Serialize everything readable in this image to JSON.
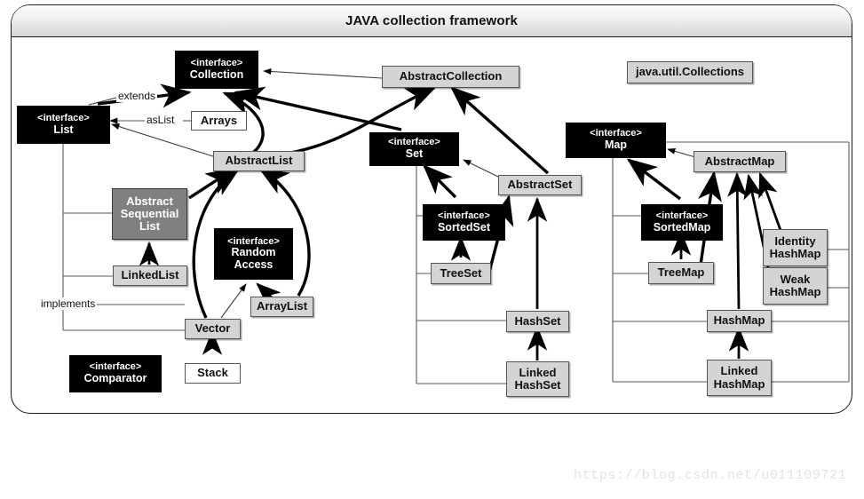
{
  "window": {
    "title": "JAVA collection framework"
  },
  "labels": {
    "extends": "extends",
    "as_list": "asList",
    "implements": "implements"
  },
  "watermark": "https://blog.csdn.net/u011109721",
  "colors": {
    "interface_fill": "#000000",
    "interface_text": "#ffffff",
    "abstract_light_fill": "#d4d4d4",
    "abstract_dark_fill": "#808080",
    "concrete_fill": "#ffffff",
    "border": "#555555",
    "line": "#1a1a1a",
    "watermark": "#e3e3e0"
  },
  "nodes": {
    "collection": {
      "stereotype": "<interface>",
      "name": "Collection",
      "kind": "interface"
    },
    "list": {
      "stereotype": "<interface>",
      "name": "List",
      "kind": "interface"
    },
    "set": {
      "stereotype": "<interface>",
      "name": "Set",
      "kind": "interface"
    },
    "map": {
      "stereotype": "<interface>",
      "name": "Map",
      "kind": "interface"
    },
    "sorted_set": {
      "stereotype": "<interface>",
      "name": "SortedSet",
      "kind": "interface"
    },
    "sorted_map": {
      "stereotype": "<interface>",
      "name": "SortedMap",
      "kind": "interface"
    },
    "random_access": {
      "stereotype": "<interface>",
      "name": "Random\nAccess",
      "kind": "interface"
    },
    "comparator": {
      "stereotype": "<interface>",
      "name": "Comparator",
      "kind": "interface"
    },
    "abstract_collection": {
      "name": "AbstractCollection",
      "kind": "abstract-light"
    },
    "abstract_list": {
      "name": "AbstractList",
      "kind": "abstract-light"
    },
    "abstract_set": {
      "name": "AbstractSet",
      "kind": "abstract-light"
    },
    "abstract_map": {
      "name": "AbstractMap",
      "kind": "abstract-light"
    },
    "abstract_sequential_list": {
      "name": "Abstract\nSequential\nList",
      "kind": "abstract-dark"
    },
    "collections_util": {
      "name": "java.util.Collections",
      "kind": "abstract-light"
    },
    "arrays": {
      "name": "Arrays",
      "kind": "concrete-white"
    },
    "stack": {
      "name": "Stack",
      "kind": "concrete-white"
    },
    "linked_list": {
      "name": "LinkedList",
      "kind": "concrete-gray"
    },
    "array_list": {
      "name": "ArrayList",
      "kind": "concrete-gray"
    },
    "vector": {
      "name": "Vector",
      "kind": "concrete-gray"
    },
    "tree_set": {
      "name": "TreeSet",
      "kind": "concrete-gray"
    },
    "hash_set": {
      "name": "HashSet",
      "kind": "concrete-gray"
    },
    "linked_hash_set": {
      "name": "Linked\nHashSet",
      "kind": "concrete-gray"
    },
    "tree_map": {
      "name": "TreeMap",
      "kind": "concrete-gray"
    },
    "hash_map": {
      "name": "HashMap",
      "kind": "concrete-gray"
    },
    "linked_hash_map": {
      "name": "Linked\nHashMap",
      "kind": "concrete-gray"
    },
    "identity_hash_map": {
      "name": "Identity\nHashMap",
      "kind": "concrete-gray"
    },
    "weak_hash_map": {
      "name": "Weak\nHashMap",
      "kind": "concrete-gray"
    }
  },
  "relationships": [
    {
      "from": "abstract_collection",
      "to": "collection",
      "type": "implements"
    },
    {
      "from": "list",
      "to": "collection",
      "type": "extends"
    },
    {
      "from": "set",
      "to": "collection",
      "type": "extends"
    },
    {
      "from": "abstract_list",
      "to": "collection",
      "type": "extends"
    },
    {
      "from": "abstract_list",
      "to": "list",
      "type": "implements"
    },
    {
      "from": "arrays",
      "to": "list",
      "type": "asList"
    },
    {
      "from": "abstract_set",
      "to": "abstract_collection",
      "type": "extends"
    },
    {
      "from": "abstract_list",
      "to": "abstract_collection",
      "type": "extends"
    },
    {
      "from": "abstract_sequential_list",
      "to": "abstract_list",
      "type": "extends"
    },
    {
      "from": "linked_list",
      "to": "abstract_sequential_list",
      "type": "extends"
    },
    {
      "from": "vector",
      "to": "abstract_list",
      "type": "extends"
    },
    {
      "from": "array_list",
      "to": "abstract_list",
      "type": "extends"
    },
    {
      "from": "vector",
      "to": "random_access",
      "type": "implements"
    },
    {
      "from": "array_list",
      "to": "random_access",
      "type": "implements"
    },
    {
      "from": "stack",
      "to": "vector",
      "type": "extends"
    },
    {
      "from": "abstract_set",
      "to": "set",
      "type": "implements"
    },
    {
      "from": "sorted_set",
      "to": "set",
      "type": "extends"
    },
    {
      "from": "tree_set",
      "to": "sorted_set",
      "type": "implements"
    },
    {
      "from": "tree_set",
      "to": "abstract_set",
      "type": "extends"
    },
    {
      "from": "hash_set",
      "to": "abstract_set",
      "type": "extends"
    },
    {
      "from": "linked_hash_set",
      "to": "hash_set",
      "type": "extends"
    },
    {
      "from": "abstract_map",
      "to": "map",
      "type": "implements"
    },
    {
      "from": "sorted_map",
      "to": "map",
      "type": "extends"
    },
    {
      "from": "tree_map",
      "to": "sorted_map",
      "type": "implements"
    },
    {
      "from": "tree_map",
      "to": "abstract_map",
      "type": "extends"
    },
    {
      "from": "hash_map",
      "to": "abstract_map",
      "type": "extends"
    },
    {
      "from": "weak_hash_map",
      "to": "abstract_map",
      "type": "extends"
    },
    {
      "from": "identity_hash_map",
      "to": "abstract_map",
      "type": "extends"
    },
    {
      "from": "linked_hash_map",
      "to": "hash_map",
      "type": "extends"
    }
  ]
}
